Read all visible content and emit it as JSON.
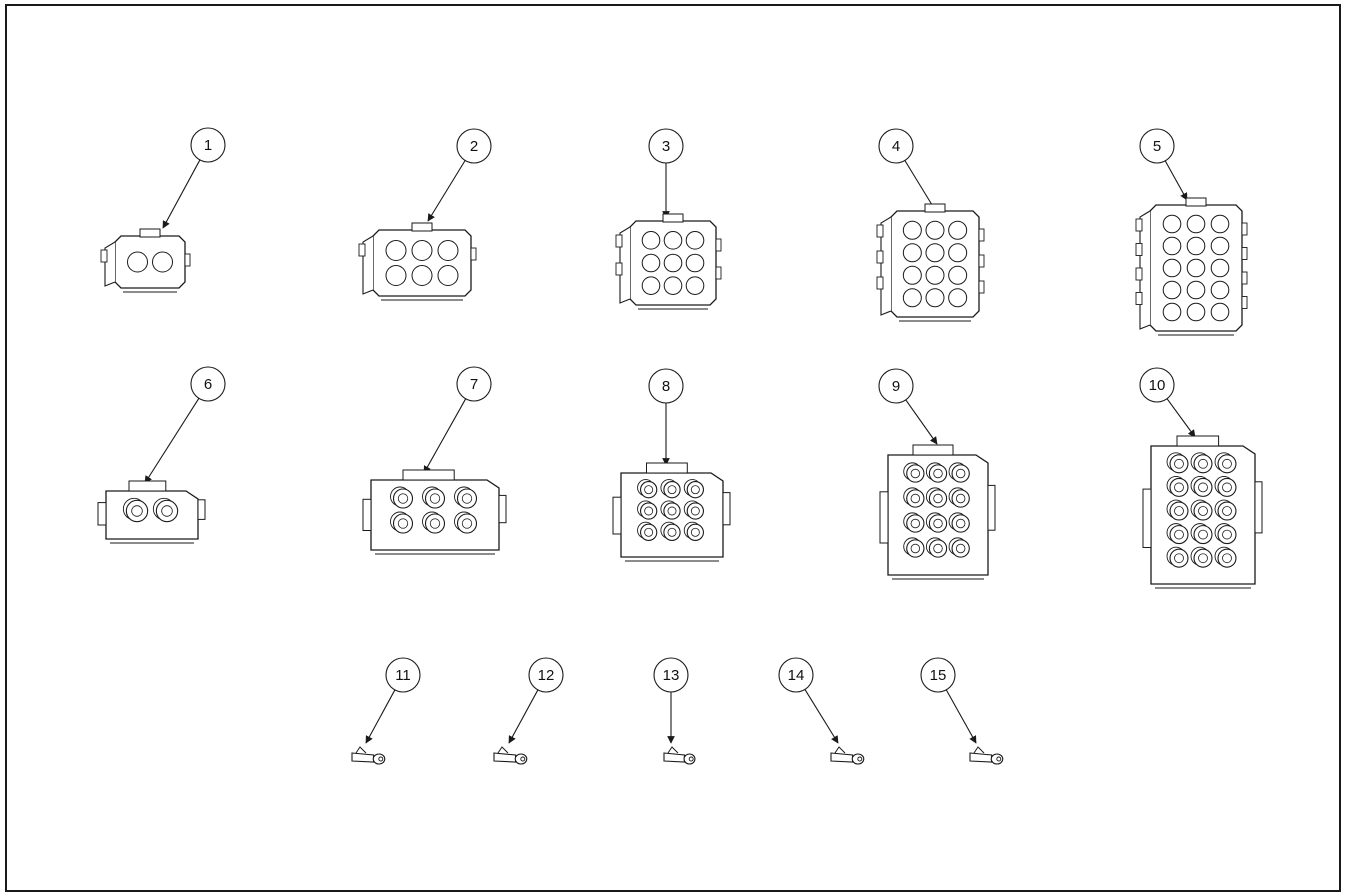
{
  "figure": {
    "line_color": "#1a1a1a",
    "fill_color": "#ffffff",
    "items": [
      {
        "label": "1",
        "part": "2-position receptacle housing"
      },
      {
        "label": "2",
        "part": "6-position receptacle housing"
      },
      {
        "label": "3",
        "part": "9-position receptacle housing"
      },
      {
        "label": "4",
        "part": "12-position receptacle housing"
      },
      {
        "label": "5",
        "part": "15-position receptacle housing"
      },
      {
        "label": "6",
        "part": "2-position plug housing"
      },
      {
        "label": "7",
        "part": "6-position plug housing"
      },
      {
        "label": "8",
        "part": "9-position plug housing"
      },
      {
        "label": "9",
        "part": "12-position plug housing"
      },
      {
        "label": "10",
        "part": "15-position plug housing"
      },
      {
        "label": "11",
        "part": "terminal"
      },
      {
        "label": "12",
        "part": "terminal"
      },
      {
        "label": "13",
        "part": "terminal"
      },
      {
        "label": "14",
        "part": "terminal"
      },
      {
        "label": "15",
        "part": "terminal"
      }
    ]
  }
}
